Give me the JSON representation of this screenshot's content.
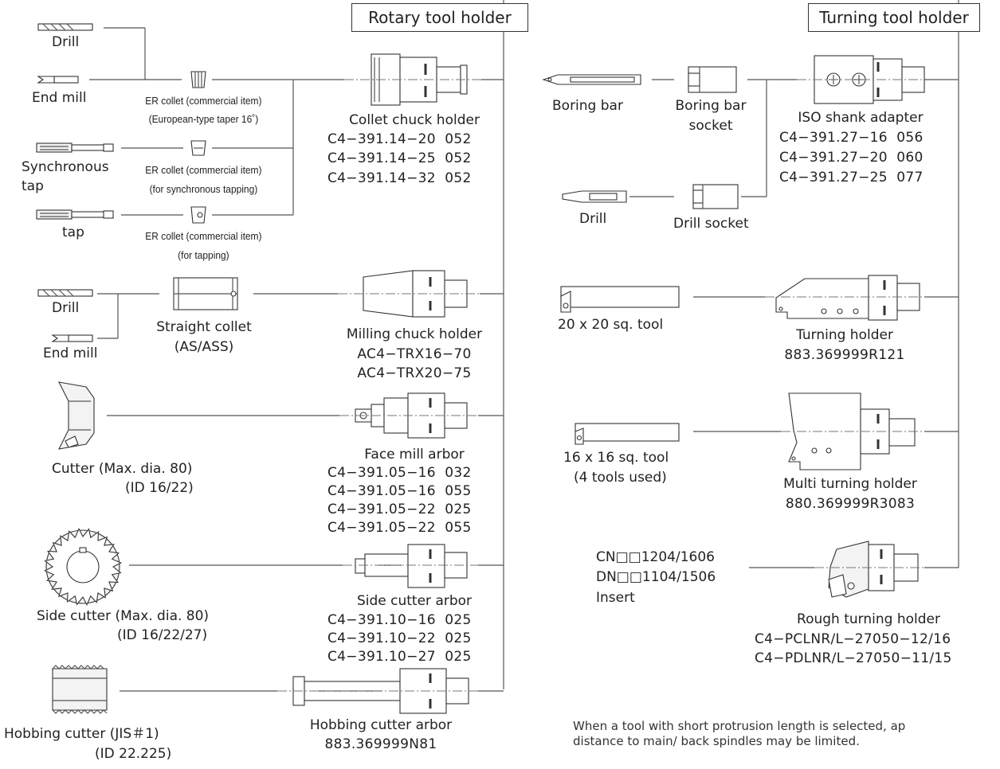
{
  "headers": {
    "rotary": "Rotary tool holder",
    "turning": "Turning tool holder"
  },
  "rotary": {
    "drill_1": "Drill",
    "end_mill_1": "End mill",
    "er_collet_1": [
      "ER collet (commercial item)",
      "(European-type taper 16˚)"
    ],
    "synchronous_tap": [
      "Synchronous",
      "tap"
    ],
    "er_collet_2": [
      "ER collet (commercial item)",
      "(for synchronous tapping)"
    ],
    "tap": "tap",
    "er_collet_3": [
      "ER collet (commercial item)",
      "(for tapping)"
    ],
    "collet_chuck_holder": {
      "title": "Collet chuck holder",
      "codes": [
        "C4−391.14−20  052",
        "C4−391.14−25  052",
        "C4−391.14−32  052"
      ]
    },
    "drill_2": "Drill",
    "end_mill_2": "End mill",
    "straight_collet": [
      "Straight collet",
      "(AS/ASS)"
    ],
    "milling_chuck_holder": {
      "title": "Milling chuck holder",
      "codes": [
        "AC4−TRX16−70",
        "AC4−TRX20−75"
      ]
    },
    "cutter": [
      "Cutter (Max. dia. 80)",
      "(ID 16/22)"
    ],
    "face_mill_arbor": {
      "title": "Face mill arbor",
      "codes": [
        "C4−391.05−16  032",
        "C4−391.05−16  055",
        "C4−391.05−22  025",
        "C4−391.05−22  055"
      ]
    },
    "side_cutter": [
      "Side cutter (Max. dia. 80)",
      "(ID 16/22/27)"
    ],
    "side_cutter_arbor": {
      "title": "Side cutter arbor",
      "codes": [
        "C4−391.10−16  025",
        "C4−391.10−22  025",
        "C4−391.10−27  025"
      ]
    },
    "hobbing_cutter": [
      "Hobbing cutter (JIS＃1)",
      "(ID 22.225)"
    ],
    "hobbing_cutter_arbor": {
      "title": "Hobbing cutter arbor",
      "codes": [
        "883.369999N81"
      ]
    }
  },
  "turning": {
    "boring_bar": "Boring bar",
    "boring_bar_socket": [
      "Boring bar",
      "socket"
    ],
    "iso_shank_adapter": {
      "title": "ISO shank adapter",
      "codes": [
        "C4−391.27−16  056",
        "C4−391.27−20  060",
        "C4−391.27−25  077"
      ]
    },
    "drill": "Drill",
    "drill_socket": "Drill socket",
    "sq_tool_20": "20 x 20 sq. tool",
    "turning_holder": {
      "title": "Turning holder",
      "codes": [
        "883.369999R121"
      ]
    },
    "sq_tool_16": [
      "16 x 16 sq. tool",
      "(4 tools used)"
    ],
    "multi_turning_holder": {
      "title": "Multi turning holder",
      "codes": [
        "880.369999R3083"
      ]
    },
    "insert": [
      "CN□□1204/1606",
      "DN□□1104/1506",
      "Insert"
    ],
    "rough_turning_holder": {
      "title": "Rough turning holder",
      "codes": [
        "C4−PCLNR/L−27050−12/16",
        "C4−PDLNR/L−27050−11/15"
      ]
    }
  },
  "note": [
    "When a tool with short protrusion length is selected, ap",
    "distance to main/ back spindles may be limited."
  ]
}
